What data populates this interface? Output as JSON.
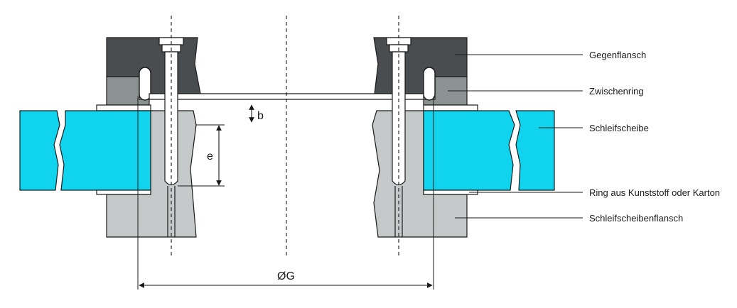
{
  "labels": {
    "gegenflansch": "Gegenflansch",
    "zwischenring": "Zwischenring",
    "schleifscheibe": "Schleifscheibe",
    "ring": "Ring aus Kunststoff oder Karton",
    "schleifscheibenflansch": "Schleifscheibenflansch"
  },
  "dimensions": {
    "b": "b",
    "e": "e",
    "diameter": "ØG"
  },
  "colors": {
    "gegenflansch": "#4a4d4f",
    "zwischenring": "#8c9192",
    "schleifscheibenflansch": "#c6c9c9",
    "schleifscheibe": "#10d4ee",
    "outline": "#1a1a1a"
  }
}
